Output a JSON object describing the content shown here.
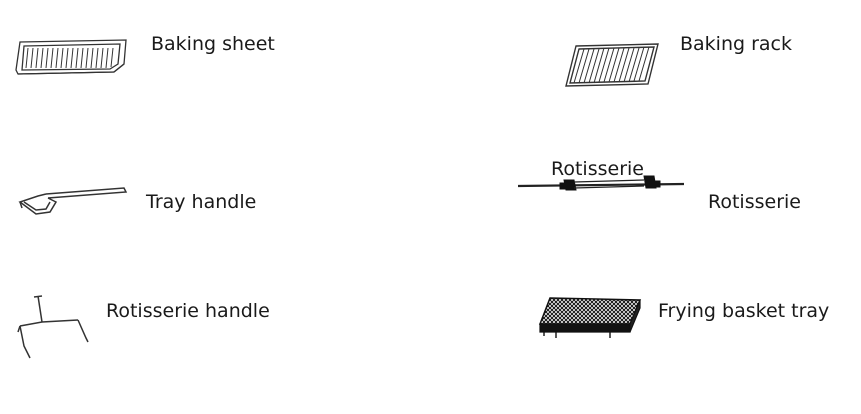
{
  "accessories": {
    "baking_sheet": "Baking sheet",
    "baking_rack": "Baking rack",
    "tray_handle": "Tray handle",
    "rotisserie_caption": "Rotisserie",
    "rotisserie": "Rotisserie",
    "rotisserie_handle": "Rotisserie handle",
    "frying_basket_tray": "Frying basket tray"
  },
  "colors": {
    "line": "#333333",
    "text": "#1a1a1a",
    "fill_dark": "#111111"
  }
}
